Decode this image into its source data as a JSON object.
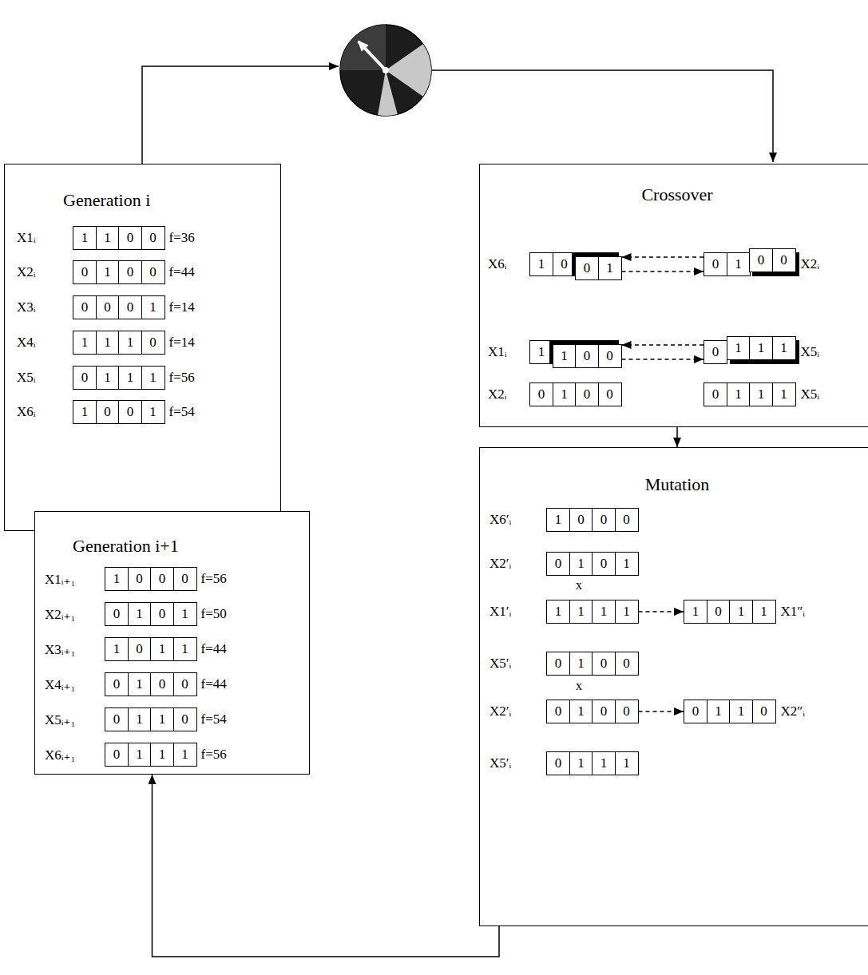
{
  "diagram": {
    "nodes": [
      {
        "text": [
          "Generation i"
        ]
      },
      {
        "text": [
          "X1ᵢ",
          "1",
          "1",
          "0",
          "0",
          "f=36"
        ],
        "in": 0
      },
      {
        "text": [
          "X2ᵢ",
          "0",
          "1",
          "0",
          "0",
          "f=44"
        ],
        "in": 0
      },
      {
        "text": [
          "X3ᵢ",
          "0",
          "0",
          "0",
          "1",
          "f=14"
        ],
        "in": 0
      },
      {
        "text": [
          "X4ᵢ",
          "1",
          "1",
          "1",
          "0",
          "f=14"
        ],
        "in": 0
      },
      {
        "text": [
          "X5ᵢ",
          "0",
          "1",
          "1",
          "1",
          "f=56"
        ],
        "in": 0
      },
      {
        "text": [
          "X6ᵢ",
          "1",
          "0",
          "0",
          "1",
          "f=54"
        ],
        "in": 0
      },
      {
        "text": [
          "Crossover"
        ]
      },
      {
        "text": [
          "X6ᵢ",
          "1",
          "0",
          "0",
          "1"
        ],
        "in": 7
      },
      {
        "text": [
          "X2ᵢ",
          "0",
          "1",
          "0",
          "0"
        ],
        "in": 7
      },
      {
        "text": [
          "X1ᵢ",
          "1",
          "1",
          "0",
          "0"
        ],
        "in": 7
      },
      {
        "text": [
          "X5ᵢ",
          "0",
          "1",
          "1",
          "1"
        ],
        "in": 7
      },
      {
        "text": [
          "X2ᵢ",
          "0",
          "1",
          "0",
          "0"
        ],
        "in": 7
      },
      {
        "text": [
          "X5ᵢ",
          "0",
          "1",
          "1",
          "1"
        ],
        "in": 7
      },
      {
        "text": [
          "Mutation"
        ]
      },
      {
        "text": [
          "X6′ᵢ",
          "1",
          "0",
          "0",
          "0"
        ],
        "in": 14
      },
      {
        "text": [
          "X2′ᵢ",
          "0",
          "1",
          "0",
          "1"
        ],
        "in": 14
      },
      {
        "text": [
          "X1′ᵢ",
          "1",
          "1",
          "1",
          "1"
        ],
        "in": 14
      },
      {
        "text": [
          "X1″ᵢ",
          "1",
          "0",
          "1",
          "1"
        ],
        "in": 14
      },
      {
        "text": [
          "X5′ᵢ",
          "0",
          "1",
          "0",
          "0"
        ],
        "in": 14
      },
      {
        "text": [
          "X2′ᵢ",
          "0",
          "1",
          "0",
          "0"
        ],
        "in": 14
      },
      {
        "text": [
          "X2″ᵢ",
          "0",
          "1",
          "1",
          "0"
        ],
        "in": 14
      },
      {
        "text": [
          "X5′ᵢ",
          "0",
          "1",
          "1",
          "1"
        ],
        "in": 14
      },
      {
        "text": [
          "Generation i+1"
        ]
      },
      {
        "text": [
          "X1ᵢ₊₁",
          "1",
          "0",
          "0",
          "0",
          "f=56"
        ],
        "in": 23
      },
      {
        "text": [
          "X2ᵢ₊₁",
          "0",
          "1",
          "0",
          "1",
          "f=50"
        ],
        "in": 23
      },
      {
        "text": [
          "X3ᵢ₊₁",
          "1",
          "0",
          "1",
          "1",
          "f=44"
        ],
        "in": 23
      },
      {
        "text": [
          "X4ᵢ₊₁",
          "0",
          "1",
          "0",
          "0",
          "f=44"
        ],
        "in": 23
      },
      {
        "text": [
          "X5ᵢ₊₁",
          "0",
          "1",
          "1",
          "0",
          "f=54"
        ],
        "in": 23
      },
      {
        "text": [
          "X6ᵢ₊₁",
          "0",
          "1",
          "1",
          "1",
          "f=56"
        ],
        "in": 23
      }
    ],
    "edges": [
      {
        "from": 7,
        "to": 14,
        "arrow": "to"
      },
      {
        "from": 14,
        "to": 23,
        "arrow": "to"
      },
      {
        "from": 9,
        "to": 8,
        "arrow": "to"
      },
      {
        "from": 8,
        "to": 9,
        "arrow": "to"
      },
      {
        "from": 11,
        "to": 10,
        "arrow": "to"
      },
      {
        "from": 10,
        "to": 11,
        "arrow": "to"
      },
      {
        "from": 17,
        "to": 18,
        "arrow": "to"
      },
      {
        "from": 20,
        "to": 21,
        "arrow": "to"
      }
    ],
    "labels": [
      "x",
      "x"
    ]
  }
}
